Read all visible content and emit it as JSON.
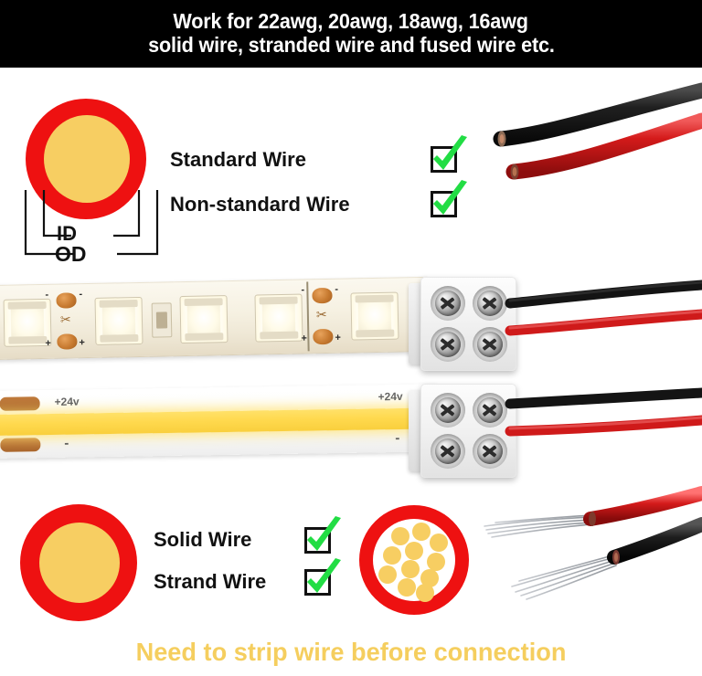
{
  "header": {
    "line1": "Work for 22awg, 20awg, 18awg, 16awg",
    "line2": "solid wire, stranded wire and fused wire etc.",
    "bg_color": "#000000",
    "text_color": "#ffffff"
  },
  "footer": {
    "text": "Need to strip wire before connection",
    "text_color": "#f5ce5e"
  },
  "colors": {
    "ring_red": "#ee1111",
    "core_yellow": "#f7ce62",
    "check_green": "#22dd44",
    "wire_red": "#d41a1a",
    "wire_black": "#1a1a1a",
    "copper": "#b4702c"
  },
  "top_section": {
    "diagram": {
      "name": "wire-cross-section",
      "inner_label": "ID",
      "outer_label": "OD"
    },
    "rows": [
      {
        "label": "Standard Wire",
        "checked": true
      },
      {
        "label": "Non-standard Wire",
        "checked": true
      }
    ]
  },
  "bottom_section": {
    "solid_diagram": {
      "name": "solid-wire-cross-section"
    },
    "strand_diagram": {
      "name": "strand-wire-cross-section",
      "strand_count": 12
    },
    "rows": [
      {
        "label": "Solid Wire",
        "checked": true
      },
      {
        "label": "Strand Wire",
        "checked": true
      }
    ]
  },
  "strips": {
    "smd": {
      "name": "smd-led-strip",
      "polarity_plus": "+",
      "polarity_minus": "-",
      "cut_icon": "✂"
    },
    "cob": {
      "name": "cob-led-strip",
      "voltage_label_left": "+24v",
      "voltage_label_right": "+24v",
      "polarity_plus": "+",
      "polarity_minus": "-"
    }
  },
  "connectors": [
    {
      "name": "terminal-connector-smd",
      "ports": 4
    },
    {
      "name": "terminal-connector-cob",
      "ports": 4
    }
  ],
  "wire_samples": {
    "top": [
      {
        "name": "black-insulated-wire",
        "color": "#1a1a1a"
      },
      {
        "name": "red-insulated-wire",
        "color": "#d41a1a"
      }
    ],
    "bottom": [
      {
        "name": "red-stripped-wire",
        "color": "#d41a1a"
      },
      {
        "name": "black-stripped-wire",
        "color": "#1a1a1a"
      }
    ]
  }
}
